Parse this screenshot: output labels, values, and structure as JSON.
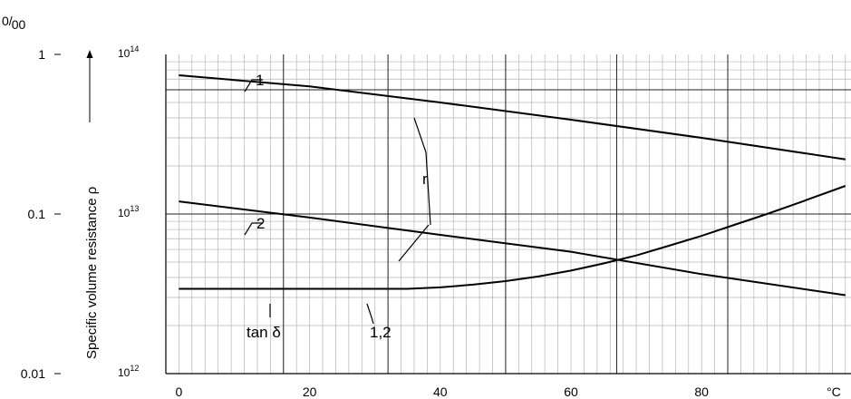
{
  "chart_data": {
    "type": "line",
    "title": "",
    "xlabel": "°C",
    "ylabel": "Specific volume resistance ρ",
    "y2label": "0/00",
    "xlim": [
      -2,
      103
    ],
    "x_ticks": [
      "0",
      "20",
      "40",
      "60",
      "80"
    ],
    "x_unit": "°C",
    "ylim": [
      1000000000000.0,
      100000000000000.0
    ],
    "yscale": "log",
    "y_ticks": [
      {
        "base": "10",
        "exp": "12"
      },
      {
        "base": "10",
        "exp": "13"
      },
      {
        "base": "10",
        "exp": "14"
      }
    ],
    "y2lim": [
      0.01,
      1
    ],
    "y2scale": "log",
    "y2_ticks": [
      "0.01",
      "0.1",
      "1"
    ],
    "grid": true,
    "series": [
      {
        "name": "1",
        "axis": "rho",
        "x": [
          0,
          20,
          40,
          60,
          80,
          102
        ],
        "y": [
          74000000000000.0,
          63000000000000.0,
          50000000000000.0,
          39000000000000.0,
          30000000000000.0,
          22000000000000.0
        ]
      },
      {
        "name": "2",
        "axis": "rho",
        "x": [
          0,
          20,
          40,
          60,
          80,
          102
        ],
        "y": [
          12000000000000.0,
          9500000000000.0,
          7400000000000.0,
          5800000000000.0,
          4200000000000.0,
          3100000000000.0
        ]
      },
      {
        "name": "1,2",
        "axis": "tan",
        "x": [
          0,
          10,
          20,
          30,
          35,
          40,
          45,
          50,
          55,
          60,
          65,
          70,
          75,
          80,
          85,
          90,
          95,
          102
        ],
        "y": [
          0.034,
          0.034,
          0.034,
          0.034,
          0.034,
          0.0347,
          0.0361,
          0.038,
          0.0406,
          0.0442,
          0.049,
          0.055,
          0.0633,
          0.073,
          0.0855,
          0.1,
          0.118,
          0.15
        ]
      }
    ],
    "annotations": {
      "label1": "1",
      "label2": "2",
      "labelr": "r",
      "labeltan": "tan δ",
      "label12": "1,2"
    }
  }
}
